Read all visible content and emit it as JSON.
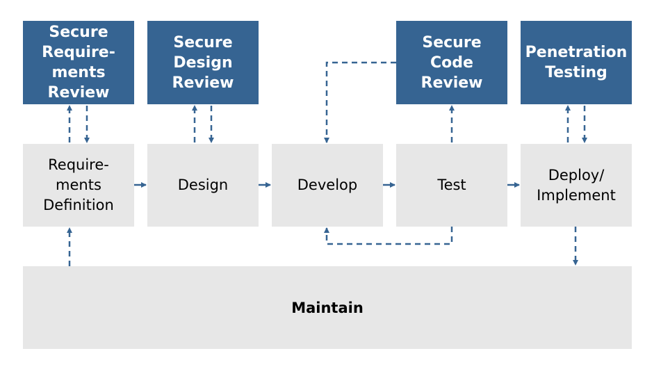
{
  "reviews": {
    "secure_requirements_review": "Secure\nRequire-\nments\nReview",
    "secure_design_review": "Secure\nDesign\nReview",
    "secure_code_review": "Secure\nCode\nReview",
    "penetration_testing": "Penetration\nTesting"
  },
  "phases": {
    "requirements_definition": "Require-\nments\nDefinition",
    "design": "Design",
    "develop": "Develop",
    "test": "Test",
    "deploy_implement": "Deploy/\nImplement"
  },
  "maintain": "Maintain",
  "colors": {
    "review_box": "#366492",
    "phase_box": "#e7e7e7",
    "connector": "#366492"
  }
}
